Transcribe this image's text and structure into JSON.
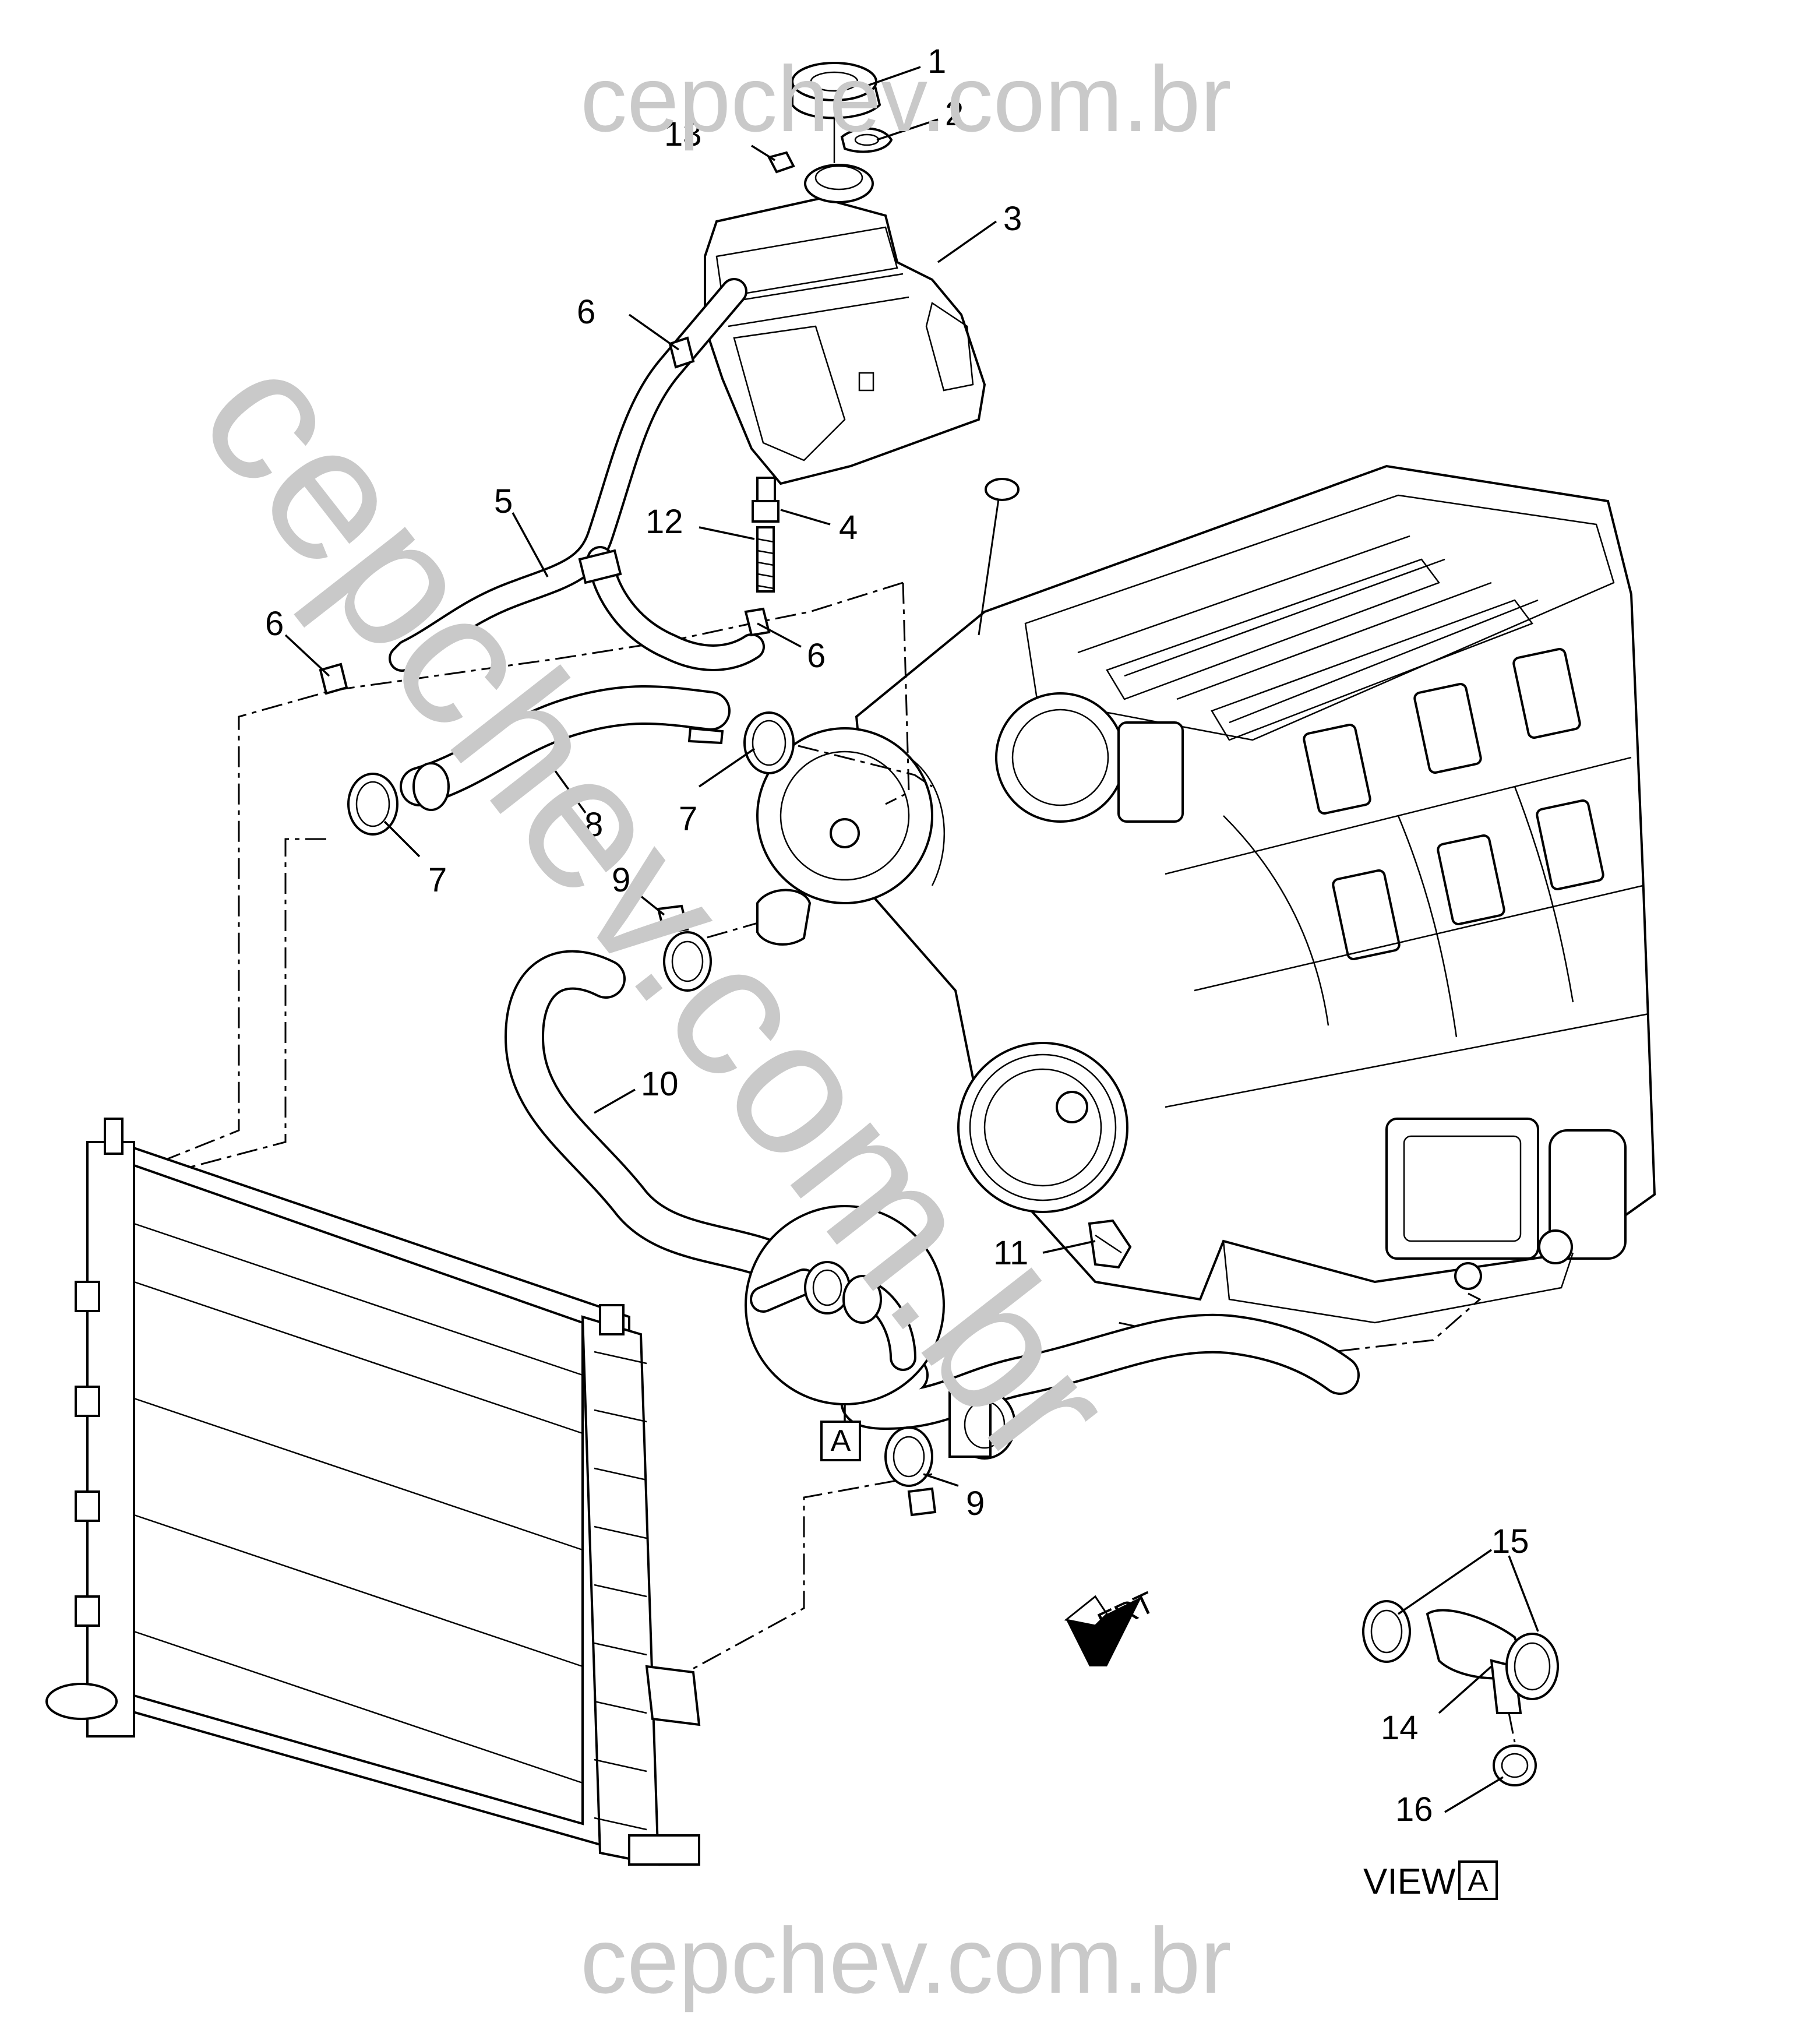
{
  "watermark": {
    "top": "cepchev.com.br",
    "bottom": "cepchev.com.br",
    "diagonal": "cepchev.com.br",
    "color": "#c9c9c9"
  },
  "callouts": [
    {
      "id": "c1",
      "label": "1"
    },
    {
      "id": "c2",
      "label": "2"
    },
    {
      "id": "c3",
      "label": "3"
    },
    {
      "id": "c4",
      "label": "4"
    },
    {
      "id": "c5",
      "label": "5"
    },
    {
      "id": "c6a",
      "label": "6"
    },
    {
      "id": "c6b",
      "label": "6"
    },
    {
      "id": "c6c",
      "label": "6"
    },
    {
      "id": "c7a",
      "label": "7"
    },
    {
      "id": "c7b",
      "label": "7"
    },
    {
      "id": "c8",
      "label": "8"
    },
    {
      "id": "c9a",
      "label": "9"
    },
    {
      "id": "c9b",
      "label": "9"
    },
    {
      "id": "c10",
      "label": "10"
    },
    {
      "id": "c11",
      "label": "11"
    },
    {
      "id": "c12",
      "label": "12"
    },
    {
      "id": "c13",
      "label": "13"
    },
    {
      "id": "c14",
      "label": "14"
    },
    {
      "id": "c15",
      "label": "15"
    },
    {
      "id": "c16",
      "label": "16"
    }
  ],
  "detail_marker": "A",
  "view": {
    "word": "VIEW",
    "letter": "A"
  },
  "front_arrow": {
    "label": "FRT"
  }
}
